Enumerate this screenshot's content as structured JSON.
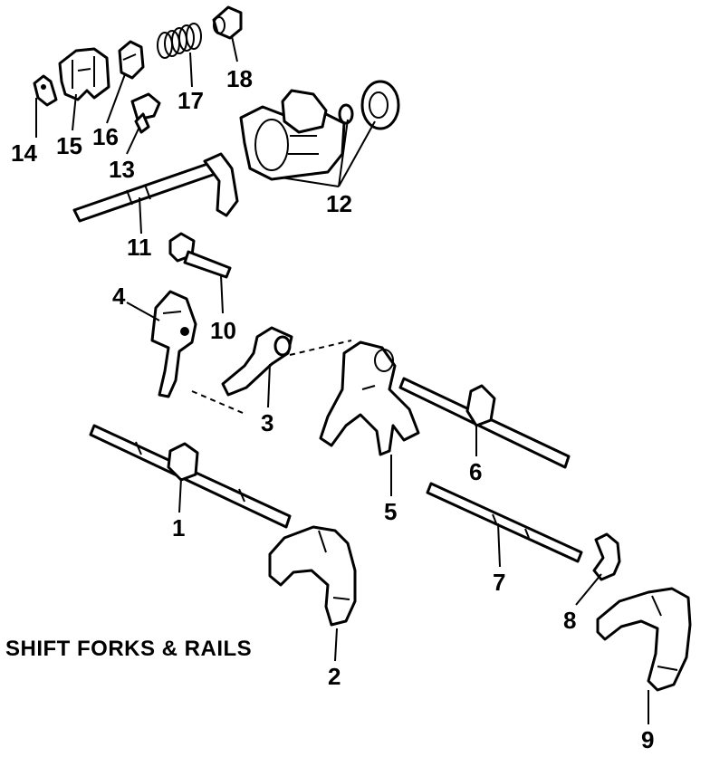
{
  "caption": "SHIFT FORKS & RAILS",
  "callouts": {
    "c1": "1",
    "c2": "2",
    "c3": "3",
    "c4": "4",
    "c5": "5",
    "c6": "6",
    "c7": "7",
    "c8": "8",
    "c9": "9",
    "c10": "10",
    "c11": "11",
    "c12": "12",
    "c13": "13",
    "c14": "14",
    "c15": "15",
    "c16": "16",
    "c17": "17",
    "c18": "18"
  }
}
